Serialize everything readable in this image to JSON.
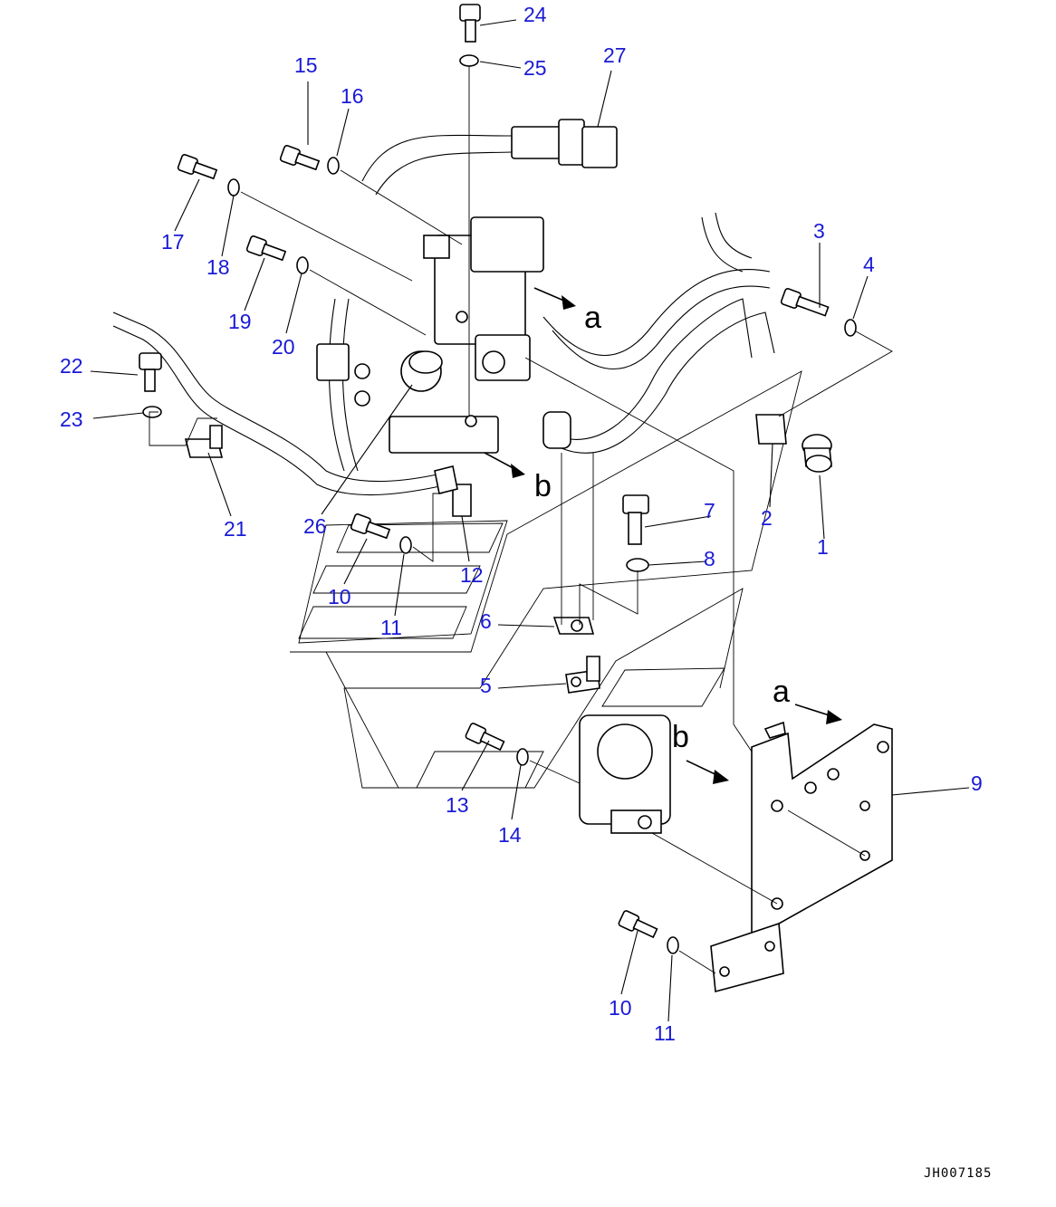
{
  "diagram": {
    "callouts": [
      "1",
      "2",
      "3",
      "4",
      "5",
      "6",
      "7",
      "8",
      "9",
      "10",
      "11",
      "12",
      "13",
      "14",
      "15",
      "16",
      "17",
      "18",
      "19",
      "20",
      "21",
      "22",
      "23",
      "24",
      "25",
      "26",
      "27",
      "10",
      "11"
    ],
    "view_labels": [
      "a",
      "b",
      "a",
      "b"
    ],
    "drawing_code": "JH007185"
  }
}
